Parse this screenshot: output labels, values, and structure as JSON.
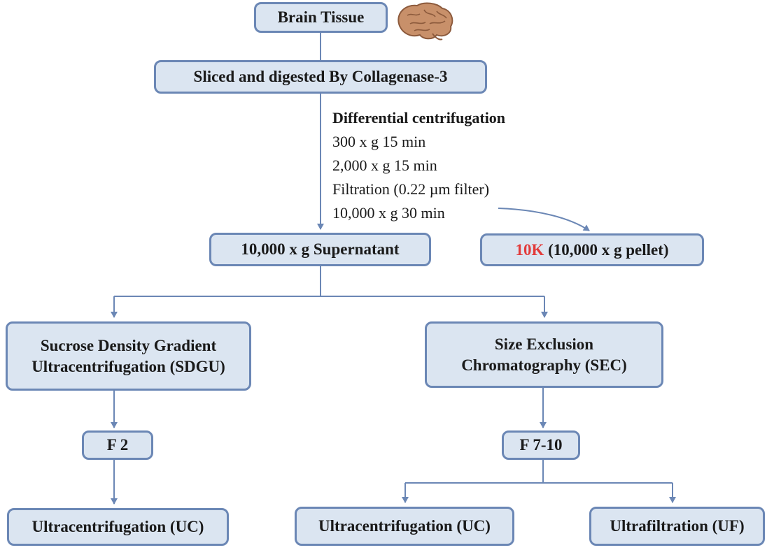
{
  "diagram": {
    "title_node": {
      "label": "Brain Tissue",
      "icon": "brain-icon"
    },
    "digest": {
      "label": "Sliced and digested By Collagenase-3"
    },
    "centrifugation": {
      "heading": "Differential centrifugation",
      "steps": [
        "300 x g 15 min",
        "2,000 x g 15 min",
        "Filtration (0.22 µm filter)",
        "10,000 x g 30 min"
      ]
    },
    "supernatant": {
      "label": "10,000 x g Supernatant"
    },
    "pellet": {
      "highlight": "10K",
      "label": "(10,000 x g pellet)"
    },
    "sdgu": {
      "line1": "Sucrose Density Gradient",
      "line2": "Ultracentrifugation (SDGU)"
    },
    "sec": {
      "line1": "Size Exclusion",
      "line2": "Chromatography (SEC)"
    },
    "f2": {
      "label": "F 2"
    },
    "f710": {
      "label": "F 7-10"
    },
    "uc_left": {
      "label": "Ultracentrifugation (UC)"
    },
    "uc_mid": {
      "label": "Ultracentrifugation (UC)"
    },
    "uf": {
      "label": "Ultrafiltration (UF)"
    },
    "colors": {
      "box_fill": "#dbe5f1",
      "box_border": "#6b87b5",
      "connector": "#6b87b5",
      "highlight": "#e23b3b"
    }
  }
}
